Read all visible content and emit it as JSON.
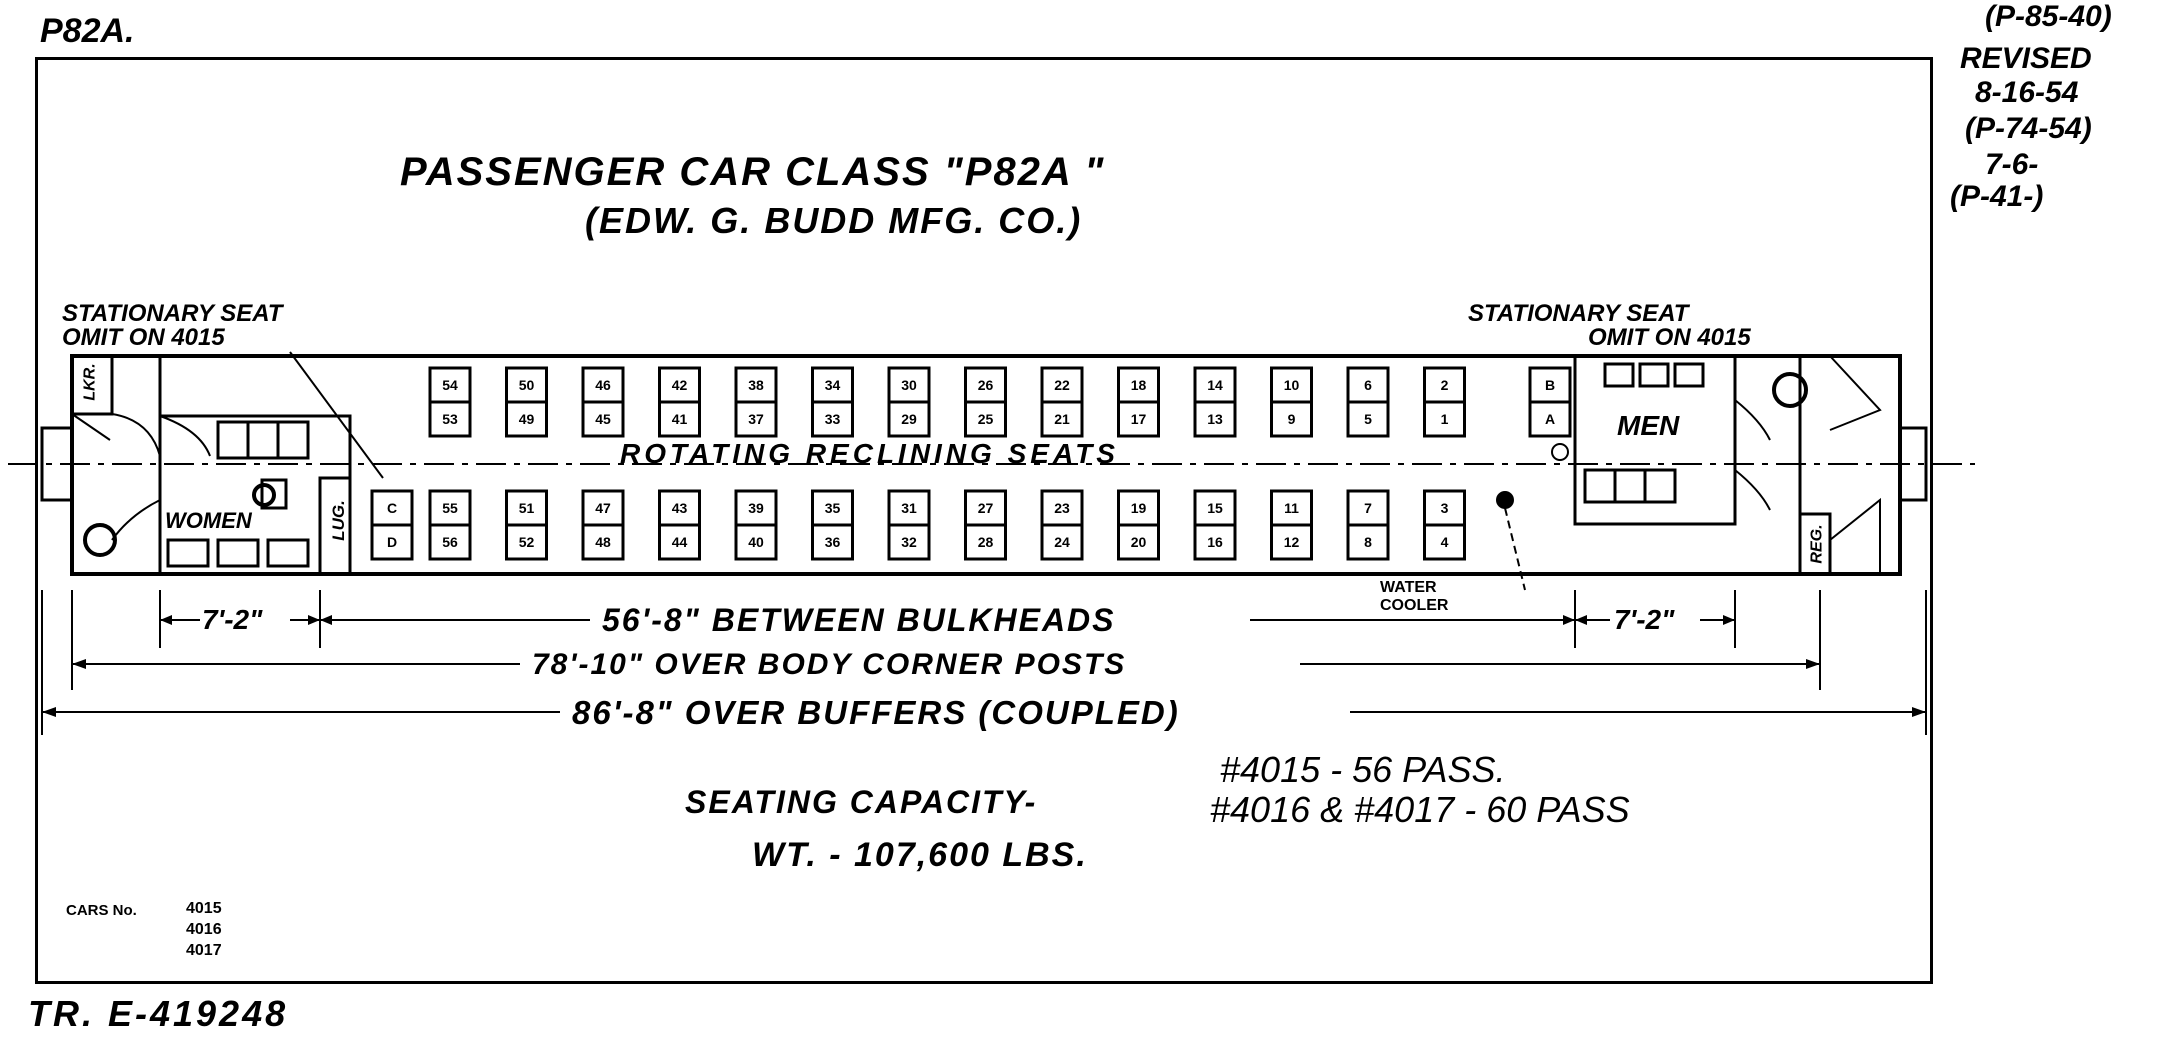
{
  "header": {
    "class_code": "P82A.",
    "revision_lines": [
      "(P-85-40)",
      "REVISED",
      "8-16-54",
      "(P-74-54)",
      "7-6-",
      "(P-41-)"
    ]
  },
  "title": {
    "line1": "PASSENGER CAR CLASS \"P82A \"",
    "line2": "(EDW. G. BUDD MFG. CO.)"
  },
  "annotations": {
    "stationary_left": [
      "STATIONARY SEAT",
      "OMIT ON 4015"
    ],
    "stationary_right": [
      "STATIONARY SEAT",
      "OMIT ON 4015"
    ],
    "rotating_label": "ROTATING RECLINING SEATS",
    "women_label": "WOMEN",
    "men_label": "MEN",
    "lug_label": "LUG.",
    "lkr_label": "LKR.",
    "reg_label": "REG.",
    "water_cooler": [
      "WATER",
      "COOLER"
    ]
  },
  "seats": {
    "top_row1": [
      "54",
      "50",
      "46",
      "42",
      "38",
      "34",
      "30",
      "26",
      "22",
      "18",
      "14",
      "10",
      "6",
      "2"
    ],
    "top_row2": [
      "53",
      "49",
      "45",
      "41",
      "37",
      "33",
      "29",
      "25",
      "21",
      "17",
      "13",
      "9",
      "5",
      "1"
    ],
    "bottom_row1": [
      "55",
      "51",
      "47",
      "43",
      "39",
      "35",
      "31",
      "27",
      "23",
      "19",
      "15",
      "11",
      "7",
      "3"
    ],
    "bottom_row2": [
      "56",
      "52",
      "48",
      "44",
      "40",
      "36",
      "32",
      "28",
      "24",
      "20",
      "16",
      "12",
      "8",
      "4"
    ],
    "stationary_left": [
      "C",
      "D"
    ],
    "stationary_right": [
      "B",
      "A"
    ]
  },
  "dimensions": {
    "left_section": "7'-2\"",
    "right_section": "7'-2\"",
    "bulkheads": "56'-8\" BETWEEN BULKHEADS",
    "corner_posts": "78'-10\" OVER BODY CORNER POSTS",
    "buffers": "86'-8\" OVER BUFFERS (COUPLED)"
  },
  "capacity": {
    "label": "SEATING CAPACITY-",
    "line1": "#4015 - 56 PASS.",
    "line2": "#4016 & #4017 - 60 PASS",
    "weight": "WT. - 107,600 LBS."
  },
  "cars": {
    "label": "CARS No.",
    "numbers": [
      "4015",
      "4016",
      "4017"
    ]
  },
  "footer": {
    "drawing_no": "TR. E-419248"
  }
}
